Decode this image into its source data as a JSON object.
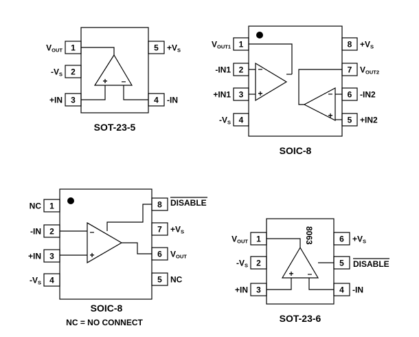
{
  "packages": [
    {
      "id": "sot23-5",
      "caption": "SOT-23-5",
      "left_pins": [
        {
          "num": "1",
          "label": "V",
          "sub": "OUT"
        },
        {
          "num": "2",
          "label": "-V",
          "sub": "S"
        },
        {
          "num": "3",
          "label": "+IN",
          "sub": ""
        }
      ],
      "right_pins": [
        {
          "num": "5",
          "label": "+V",
          "sub": "S"
        },
        {
          "num": "4",
          "label": "-IN",
          "sub": ""
        }
      ],
      "opamp": {
        "plus": "+",
        "minus": "–"
      }
    },
    {
      "id": "soic8-dual",
      "caption": "SOIC-8",
      "left_pins": [
        {
          "num": "1",
          "label": "V",
          "sub": "OUT1"
        },
        {
          "num": "2",
          "label": "-IN1",
          "sub": ""
        },
        {
          "num": "3",
          "label": "+IN1",
          "sub": ""
        },
        {
          "num": "4",
          "label": "-V",
          "sub": "S"
        }
      ],
      "right_pins": [
        {
          "num": "8",
          "label": "+V",
          "sub": "S"
        },
        {
          "num": "7",
          "label": "V",
          "sub": "OUT2"
        },
        {
          "num": "6",
          "label": "-IN2",
          "sub": ""
        },
        {
          "num": "5",
          "label": "+IN2",
          "sub": ""
        }
      ],
      "opamp1": {
        "minus": "–",
        "plus": "+"
      },
      "opamp2": {
        "minus": "–",
        "plus": "+"
      }
    },
    {
      "id": "soic8-single",
      "caption": "SOIC-8",
      "note": "NC = NO CONNECT",
      "left_pins": [
        {
          "num": "1",
          "label": "NC",
          "sub": ""
        },
        {
          "num": "2",
          "label": "-IN",
          "sub": ""
        },
        {
          "num": "3",
          "label": "+IN",
          "sub": ""
        },
        {
          "num": "4",
          "label": "-V",
          "sub": "S"
        }
      ],
      "right_pins": [
        {
          "num": "8",
          "label": "DISABLE",
          "sub": ""
        },
        {
          "num": "7",
          "label": "+V",
          "sub": "S"
        },
        {
          "num": "6",
          "label": "V",
          "sub": "OUT"
        },
        {
          "num": "5",
          "label": "NC",
          "sub": ""
        }
      ],
      "opamp": {
        "minus": "–",
        "plus": "+"
      }
    },
    {
      "id": "sot23-6",
      "caption": "SOT-23-6",
      "marking": "8063",
      "left_pins": [
        {
          "num": "1",
          "label": "V",
          "sub": "OUT"
        },
        {
          "num": "2",
          "label": "-V",
          "sub": "S"
        },
        {
          "num": "3",
          "label": "+IN",
          "sub": ""
        }
      ],
      "right_pins": [
        {
          "num": "6",
          "label": "+V",
          "sub": "S"
        },
        {
          "num": "5",
          "label": "DISABLE",
          "sub": ""
        },
        {
          "num": "4",
          "label": "-IN",
          "sub": ""
        }
      ],
      "opamp": {
        "plus": "+",
        "minus": "–"
      }
    }
  ]
}
